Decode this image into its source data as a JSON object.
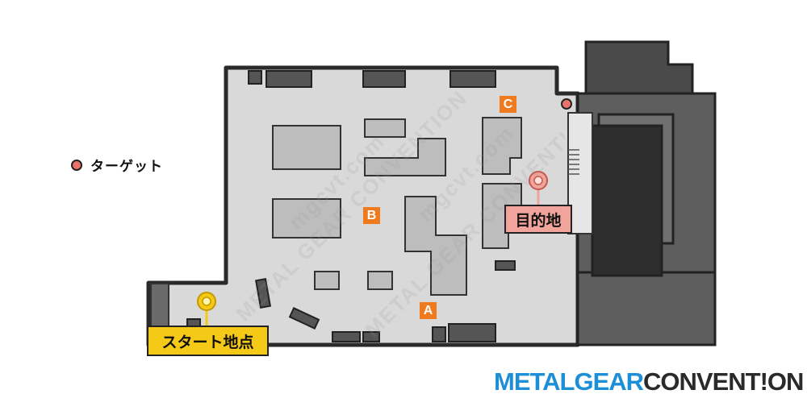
{
  "legend": {
    "target_label": "ターゲット",
    "target_color": "#e8736b"
  },
  "markers": {
    "a": "A",
    "b": "B",
    "c": "C"
  },
  "callouts": {
    "start": "スタート地点",
    "destination": "目的地"
  },
  "colors": {
    "marker": "#f07b1f",
    "start": "#f4c918",
    "destination": "#f0a49c",
    "floor": "#d9d9d9",
    "wall": "#2a2a2a",
    "block": "#bcbcbc",
    "dark_structure": "#5a5a5a"
  },
  "watermark": {
    "text_a": "METAL GEAR CONVENTION",
    "text_b": "mgcvt.com"
  },
  "logo": {
    "part_a": "METALGEAR",
    "part_b": "CONVENT!ON"
  }
}
